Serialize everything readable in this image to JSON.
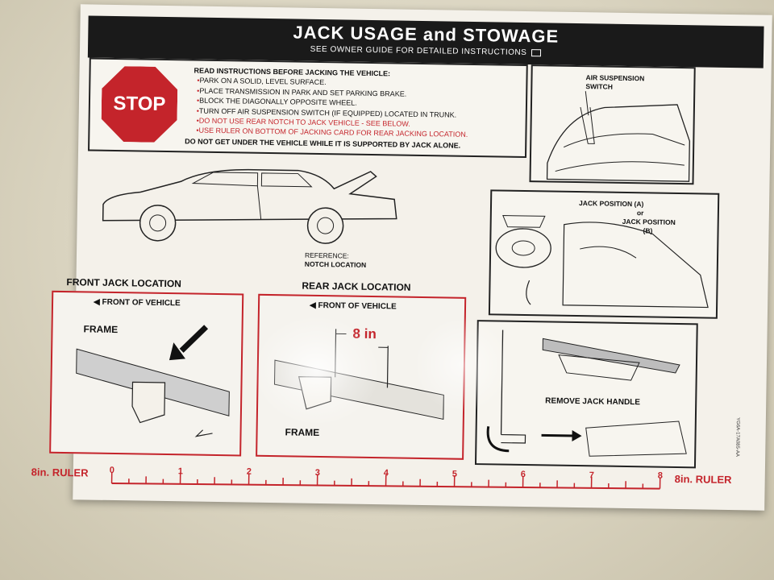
{
  "header": {
    "title": "JACK USAGE and STOWAGE",
    "subtitle": "SEE OWNER GUIDE FOR DETAILED INSTRUCTIONS"
  },
  "stop_sign": "STOP",
  "instructions": {
    "heading": "READ INSTRUCTIONS BEFORE JACKING THE VEHICLE:",
    "items": [
      "PARK ON A SOLID, LEVEL SURFACE.",
      "PLACE TRANSMISSION IN PARK AND SET PARKING BRAKE.",
      "BLOCK THE DIAGONALLY OPPOSITE WHEEL.",
      "TURN OFF AIR SUSPENSION SWITCH (IF EQUIPPED) LOCATED IN TRUNK.",
      "DO NOT USE REAR NOTCH TO JACK VEHICLE - SEE BELOW.",
      "USE RULER ON BOTTOM OF JACKING CARD FOR REAR JACKING LOCATION."
    ],
    "warning": "DO NOT GET UNDER THE VEHICLE WHILE IT IS SUPPORTED BY JACK ALONE."
  },
  "air_suspension": {
    "label1": "AIR SUSPENSION",
    "label2": "SWITCH"
  },
  "jack_position": {
    "a": "JACK POSITION (A)",
    "or": "or",
    "b": "JACK POSITION",
    "b2": "(B)"
  },
  "car": {
    "ref1": "REFERENCE:",
    "ref2": "NOTCH LOCATION"
  },
  "front": {
    "heading": "FRONT JACK LOCATION",
    "dir": "FRONT OF VEHICLE",
    "frame": "FRAME"
  },
  "rear": {
    "heading": "REAR JACK LOCATION",
    "dir": "FRONT OF VEHICLE",
    "measure": "8 in",
    "frame": "FRAME"
  },
  "remove_handle": "REMOVE JACK HANDLE",
  "ruler": {
    "left": "8in. RULER",
    "right": "8in. RULER",
    "ticks": [
      "0",
      "1",
      "2",
      "3",
      "4",
      "5",
      "6",
      "7",
      "8"
    ]
  },
  "part_number": "YG6A-17A085-AA",
  "colors": {
    "red": "#c4242b",
    "black": "#1a1a1a",
    "paper": "#f4f1ea"
  }
}
